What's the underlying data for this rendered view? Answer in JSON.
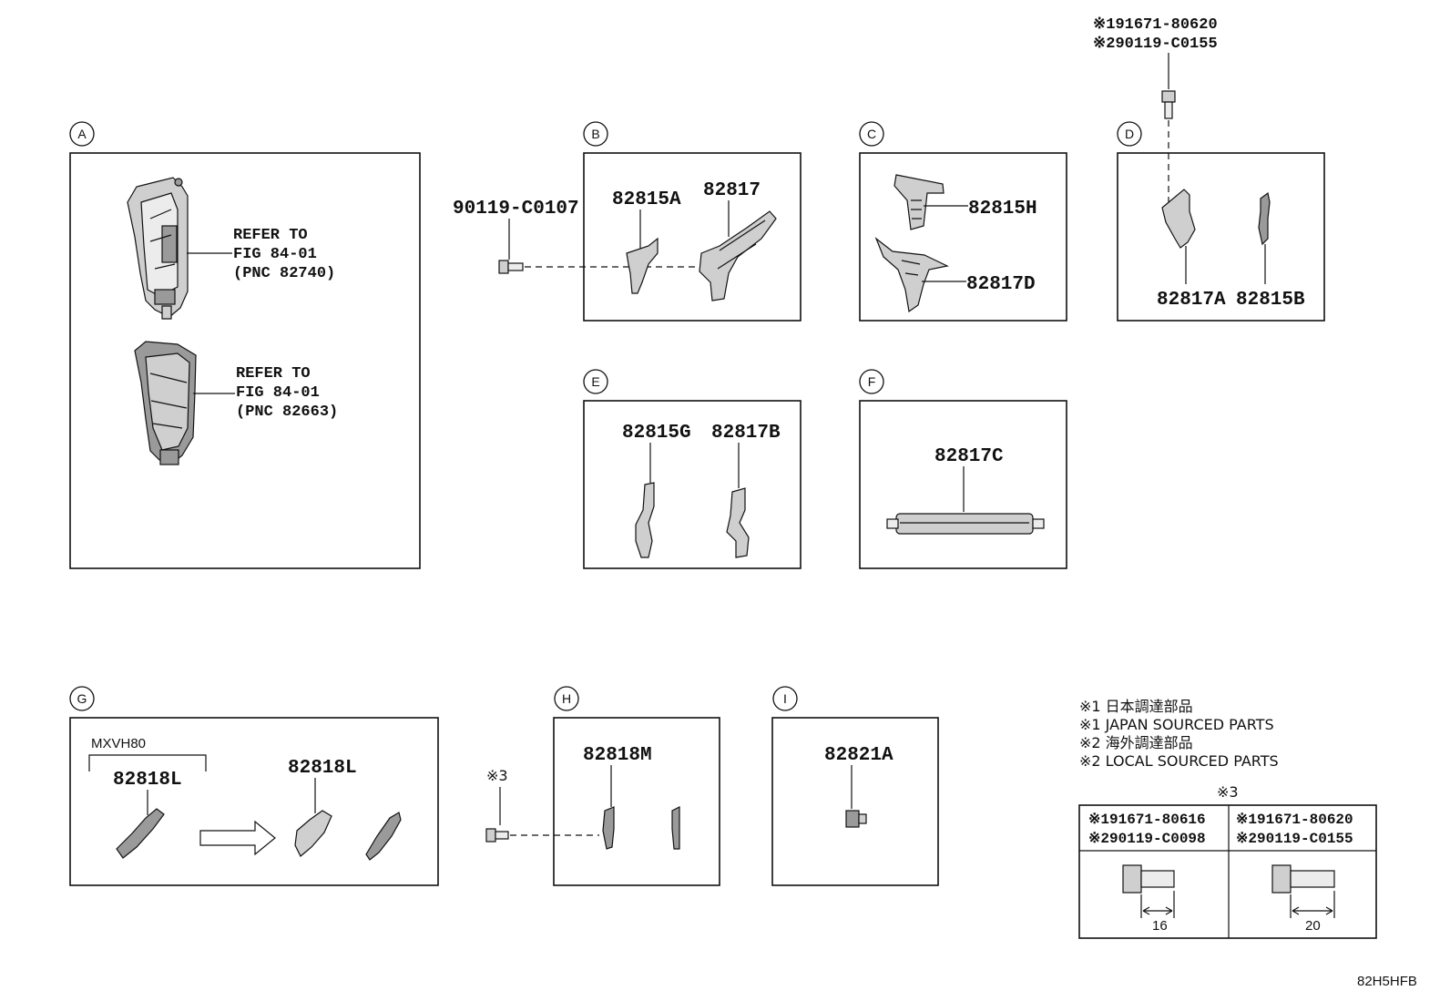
{
  "sections": {
    "A": {
      "letter": "A",
      "ref1": {
        "line1": "REFER TO",
        "line2": "FIG 84-01",
        "line3": "(PNC 82740)"
      },
      "ref2": {
        "line1": "REFER TO",
        "line2": "FIG 84-01",
        "line3": "(PNC 82663)"
      }
    },
    "B": {
      "letter": "B",
      "parts": [
        "82815A",
        "82817"
      ],
      "bolt": "90119-C0107"
    },
    "C": {
      "letter": "C",
      "parts": [
        "82815H",
        "82817D"
      ]
    },
    "D": {
      "letter": "D",
      "parts": [
        "82817A",
        "82815B"
      ],
      "bolt1": "※191671-80620",
      "bolt2": "※290119-C0155"
    },
    "E": {
      "letter": "E",
      "parts": [
        "82815G",
        "82817B"
      ]
    },
    "F": {
      "letter": "F",
      "parts": [
        "82817C"
      ]
    },
    "G": {
      "letter": "G",
      "model": "MXVH80",
      "parts": [
        "82818L",
        "82818L"
      ]
    },
    "H": {
      "letter": "H",
      "parts": [
        "82818M"
      ],
      "bolt": "※3"
    },
    "I": {
      "letter": "I",
      "parts": [
        "82821A"
      ]
    }
  },
  "notes": [
    "※1 日本調達部品",
    "※1 JAPAN SOURCED PARTS",
    "※2 海外調達部品",
    "※2 LOCAL SOURCED PARTS"
  ],
  "bolt_table": {
    "title": "※3",
    "columns": [
      {
        "p1": "※191671-80616",
        "p2": "※290119-C0098",
        "length": "16"
      },
      {
        "p1": "※191671-80620",
        "p2": "※290119-C0155",
        "length": "20"
      }
    ]
  },
  "diagram_code": "82H5HFB"
}
